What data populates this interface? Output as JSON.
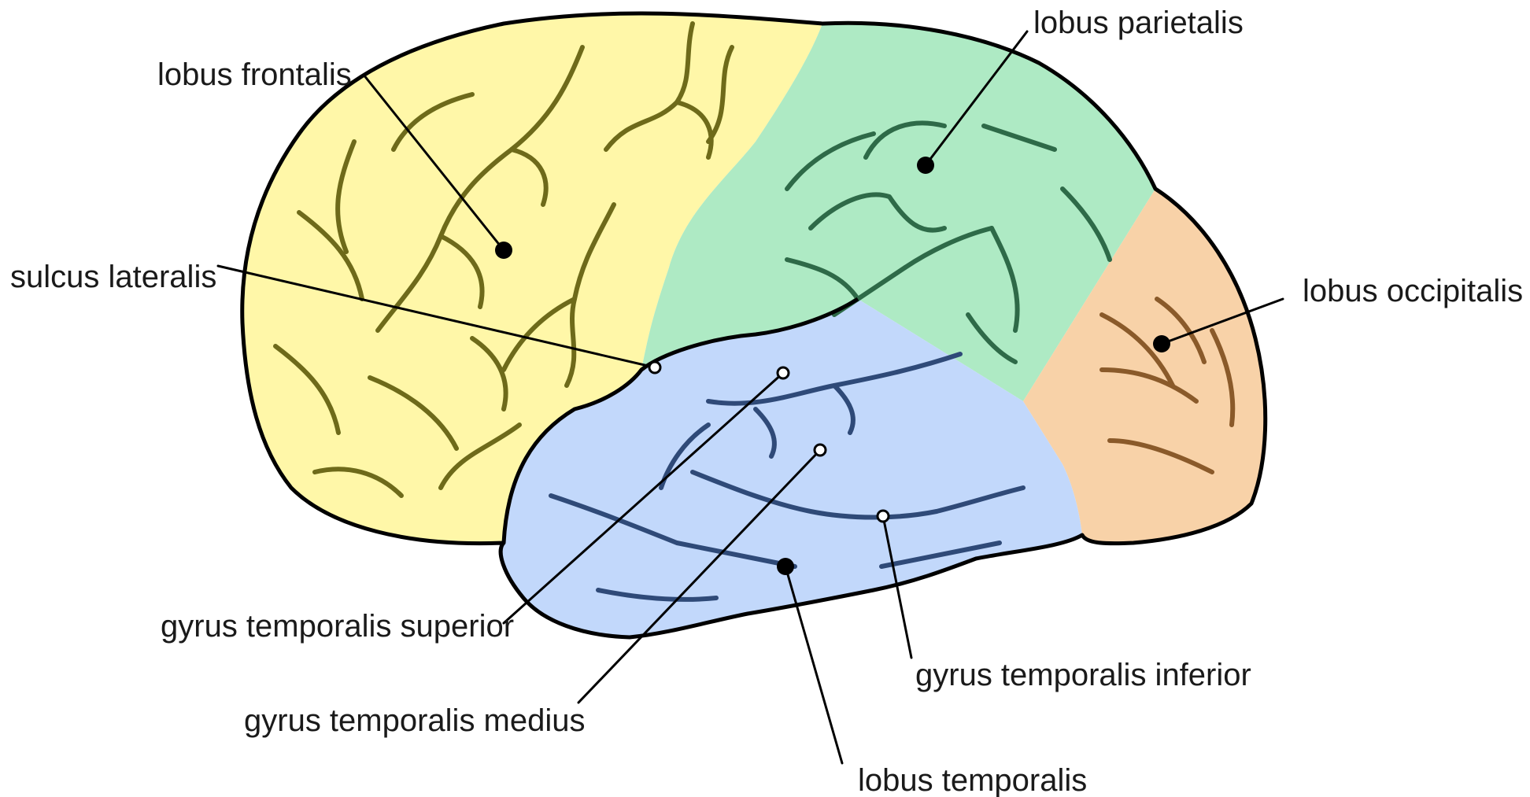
{
  "labels": {
    "lobus_frontalis": "lobus frontalis",
    "lobus_parietalis": "lobus parietalis",
    "sulcus_lateralis": "sulcus lateralis",
    "lobus_occipitalis": "lobus occipitalis",
    "gyrus_temporalis_superior": "gyrus temporalis superior",
    "gyrus_temporalis_medius": "gyrus temporalis medius",
    "gyrus_temporalis_inferior": "gyrus temporalis inferior",
    "lobus_temporalis": "lobus temporalis"
  },
  "colors": {
    "frontal": "#fff7a8",
    "frontal_sulci": "#6e6a1a",
    "parietal": "#aeeac4",
    "parietal_sulci": "#2e6a48",
    "occipital": "#f8d2a8",
    "occipital_sulci": "#8a5a2a",
    "temporal": "#c2d8fb",
    "temporal_sulci": "#2f4a78",
    "outline": "#000000"
  }
}
